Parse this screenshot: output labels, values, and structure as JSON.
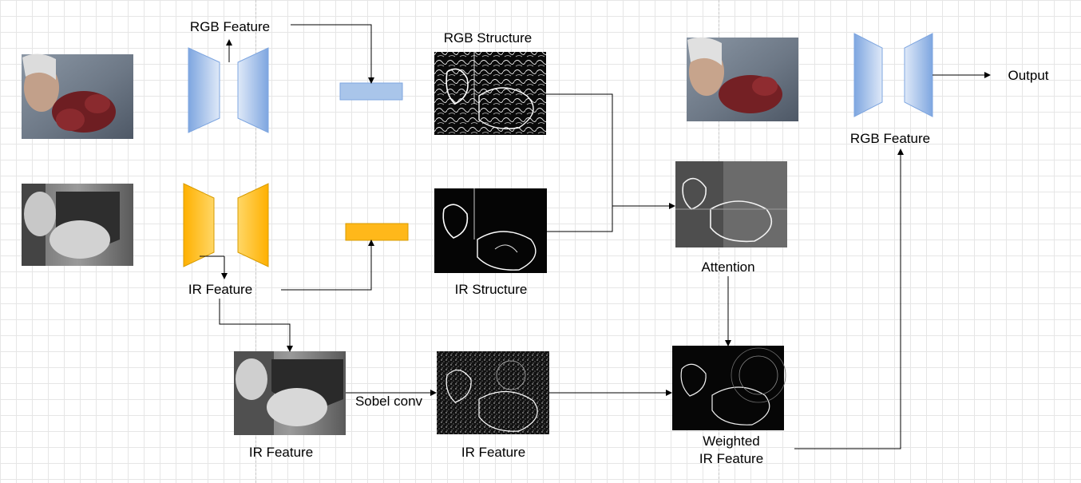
{
  "labels": {
    "rgb_feature_top": "RGB Feature",
    "rgb_structure": "RGB Structure",
    "ir_structure": "IR Structure",
    "ir_feature_left": "IR Feature",
    "ir_feature_bottom": "IR Feature",
    "ir_feature_sobel": "IR Feature",
    "sobel_conv": "Sobel conv",
    "attention": "Attention",
    "weighted_line1": "Weighted",
    "weighted_line2": "IR Feature",
    "rgb_feature_right": "RGB Feature",
    "output": "Output"
  },
  "colors": {
    "rgb_block": "#a9c5ea",
    "rgb_block_edge": "#7ea6e0",
    "ir_block": "#ffb81a",
    "ir_block_edge": "#d79b00",
    "arrow": "#000000"
  }
}
